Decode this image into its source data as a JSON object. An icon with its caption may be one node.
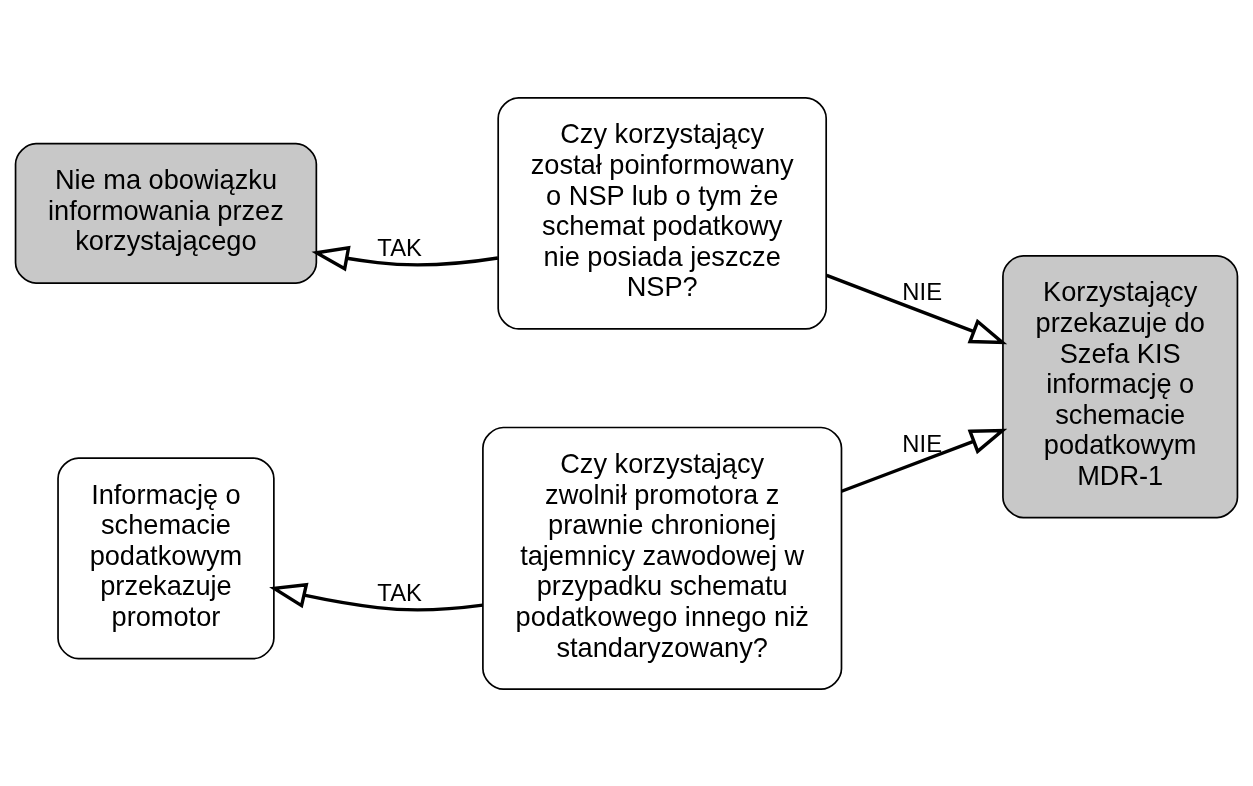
{
  "diagram": {
    "nodes": [
      {
        "text": [
          "Nie ma obowiązku informowania przez korzystającego"
        ]
      },
      {
        "text": [
          "Czy korzystający został poinformowany o NSP lub o tym że schemat podatkowy nie posiada jeszcze NSP?"
        ]
      },
      {
        "text": [
          "Korzystający przekazuje do Szefa KIS informację o schemacie podatkowym MDR-1"
        ]
      },
      {
        "text": [
          "Informację o schemacie podatkowym przekazuje promotor"
        ]
      },
      {
        "text": [
          "Czy korzystający zwolnił promotora z prawnie chronionej tajemnicy zawodowej w przypadku schematu podatkowego innego niż standaryzowany?"
        ]
      }
    ],
    "edges": [
      {
        "from": 1,
        "to": 0,
        "arrow": "to",
        "label": "TAK"
      },
      {
        "from": 1,
        "to": 2,
        "arrow": "to",
        "label": "NIE"
      },
      {
        "from": 4,
        "to": 3,
        "arrow": "to",
        "label": "TAK"
      },
      {
        "from": 4,
        "to": 2,
        "arrow": "to",
        "label": "NIE"
      }
    ]
  }
}
